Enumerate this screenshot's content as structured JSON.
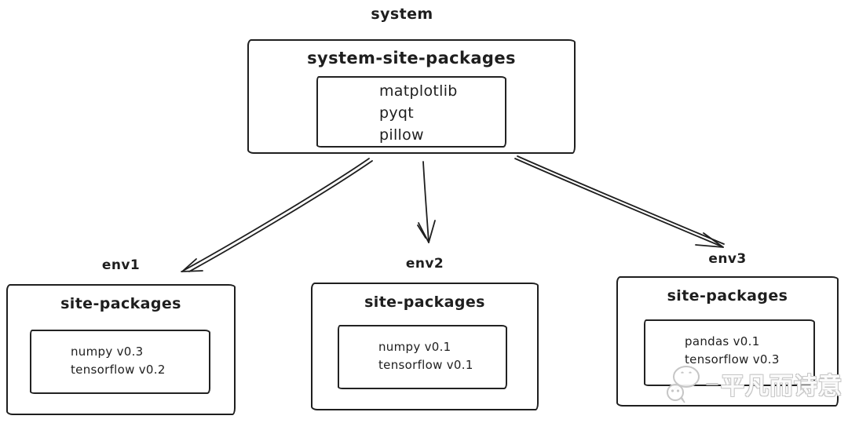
{
  "colors": {
    "background": "#ffffff",
    "stroke": "#1e1e1e",
    "watermark": "#c6c6c6"
  },
  "system": {
    "label": "system",
    "box_title": "system-site-packages",
    "packages": [
      "matplotlib",
      "pyqt",
      "pillow"
    ]
  },
  "environments": [
    {
      "label": "env1",
      "box_title": "site-packages",
      "packages": [
        "numpy v0.3",
        "tensorflow v0.2"
      ]
    },
    {
      "label": "env2",
      "box_title": "site-packages",
      "packages": [
        "numpy v0.1",
        "tensorflow v0.1"
      ]
    },
    {
      "label": "env3",
      "box_title": "site-packages",
      "packages": [
        "pandas v0.1",
        "tensorflow v0.3"
      ]
    }
  ],
  "arrows": [
    {
      "from": "system-site-packages",
      "to": "env1"
    },
    {
      "from": "system-site-packages",
      "to": "env2"
    },
    {
      "from": "system-site-packages",
      "to": "env3"
    }
  ],
  "watermark": {
    "icon": "wechat-icon",
    "text": "平凡而诗意"
  }
}
